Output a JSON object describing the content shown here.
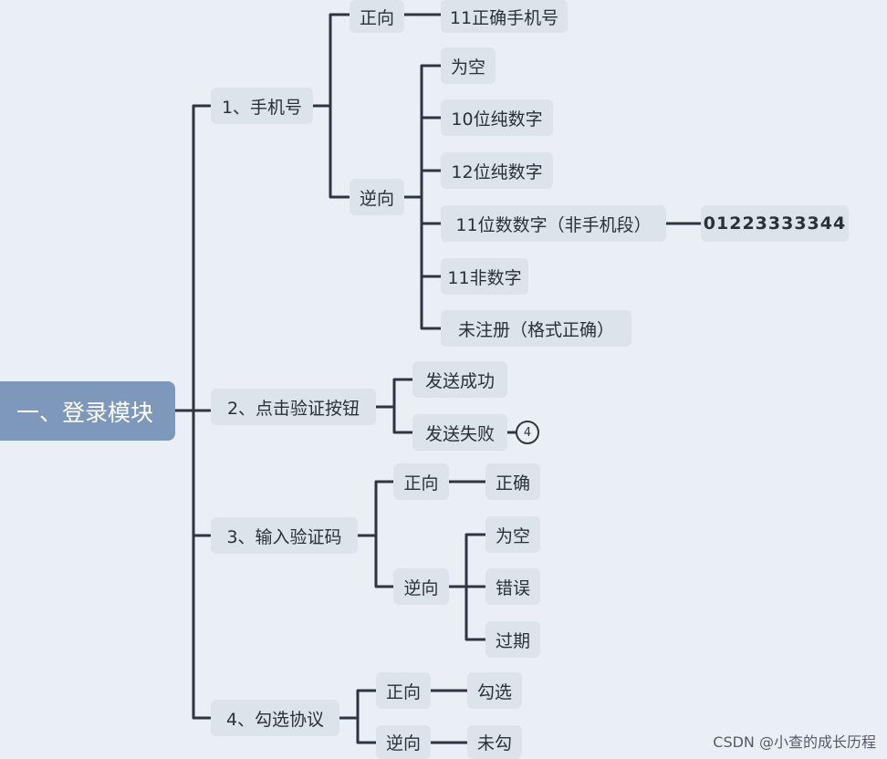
{
  "root": "一、登录模块",
  "branches": [
    {
      "label": "1、手机号",
      "children": [
        {
          "label": "正向",
          "children": [
            "11正确手机号"
          ]
        },
        {
          "label": "逆向",
          "children": [
            "为空",
            "10位纯数字",
            "12位纯数字",
            "11位数数字（非手机段）",
            "11非数字",
            "未注册（格式正确）"
          ]
        }
      ],
      "example_label": "01223333344"
    },
    {
      "label": "2、点击验证按钮",
      "children": [
        {
          "label": "发送成功"
        },
        {
          "label": "发送失败",
          "badge": "4"
        }
      ]
    },
    {
      "label": "3、输入验证码",
      "children": [
        {
          "label": "正向",
          "children": [
            "正确"
          ]
        },
        {
          "label": "逆向",
          "children": [
            "为空",
            "错误",
            "过期"
          ]
        }
      ]
    },
    {
      "label": "4、勾选协议",
      "children": [
        {
          "label": "正向",
          "children": [
            "勾选"
          ]
        },
        {
          "label": "逆向",
          "children": [
            "未勾"
          ]
        }
      ]
    }
  ],
  "watermark": "CSDN @小查的成长历程"
}
